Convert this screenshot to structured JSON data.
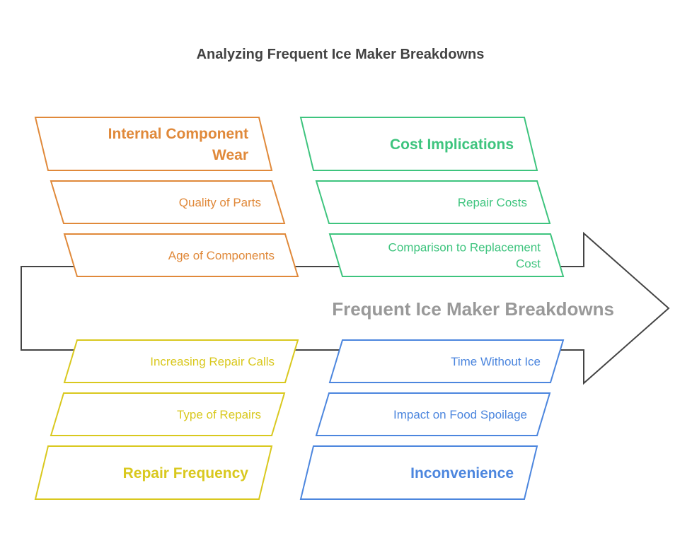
{
  "title": "Analyzing Frequent Ice Maker Breakdowns",
  "center_label": "Frequent Ice Maker Breakdowns",
  "colors": {
    "orange": "#E0893A",
    "green": "#3EC47E",
    "yellow": "#D9C81E",
    "blue": "#4C86DE",
    "spine": "#444444",
    "center_text": "#999999",
    "title_text": "#434343"
  },
  "categories": [
    {
      "id": "internal",
      "color": "orange",
      "head_lines": [
        "Internal Component",
        "Wear"
      ],
      "items": [
        [
          "Quality of Parts"
        ],
        [
          "Age of Components"
        ]
      ]
    },
    {
      "id": "cost",
      "color": "green",
      "head_lines": [
        "Cost Implications"
      ],
      "items": [
        [
          "Repair Costs"
        ],
        [
          "Comparison to Replacement",
          "Cost"
        ]
      ]
    },
    {
      "id": "repair",
      "color": "yellow",
      "head_lines": [
        "Repair Frequency"
      ],
      "items": [
        [
          "Type of Repairs"
        ],
        [
          "Increasing Repair Calls"
        ]
      ]
    },
    {
      "id": "inconvenience",
      "color": "blue",
      "head_lines": [
        "Inconvenience"
      ],
      "items": [
        [
          "Impact on Food Spoilage"
        ],
        [
          "Time Without Ice"
        ]
      ]
    }
  ]
}
